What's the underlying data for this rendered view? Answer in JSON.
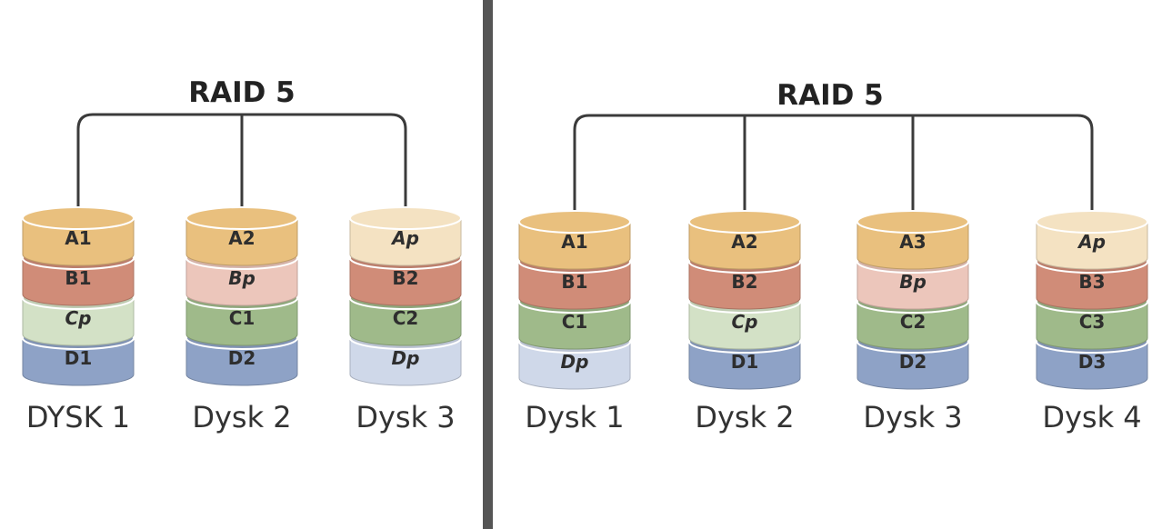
{
  "colors": {
    "A": "#e9c07e",
    "A_light": "#f4e2c2",
    "B": "#d08c78",
    "B_light": "#ecc6bb",
    "C": "#9fba8a",
    "C_light": "#d3e1c6",
    "D": "#8ea2c6",
    "D_light": "#cfd8e9",
    "line": "#3b3b3b",
    "divider": "#555555"
  },
  "left": {
    "title": "RAID 5",
    "disks": [
      {
        "label": "DYSK 1",
        "blocks": [
          {
            "text": "A1",
            "color": "A",
            "parity": false
          },
          {
            "text": "B1",
            "color": "B",
            "parity": false
          },
          {
            "text": "Cp",
            "color": "C",
            "parity": true
          },
          {
            "text": "D1",
            "color": "D",
            "parity": false
          }
        ]
      },
      {
        "label": "Dysk 2",
        "blocks": [
          {
            "text": "A2",
            "color": "A",
            "parity": false
          },
          {
            "text": "Bp",
            "color": "B",
            "parity": true
          },
          {
            "text": "C1",
            "color": "C",
            "parity": false
          },
          {
            "text": "D2",
            "color": "D",
            "parity": false
          }
        ]
      },
      {
        "label": "Dysk 3",
        "blocks": [
          {
            "text": "Ap",
            "color": "A",
            "parity": true
          },
          {
            "text": "B2",
            "color": "B",
            "parity": false
          },
          {
            "text": "C2",
            "color": "C",
            "parity": false
          },
          {
            "text": "Dp",
            "color": "D",
            "parity": true
          }
        ]
      }
    ]
  },
  "right": {
    "title": "RAID 5",
    "disks": [
      {
        "label": "Dysk 1",
        "blocks": [
          {
            "text": "A1",
            "color": "A",
            "parity": false
          },
          {
            "text": "B1",
            "color": "B",
            "parity": false
          },
          {
            "text": "C1",
            "color": "C",
            "parity": false
          },
          {
            "text": "Dp",
            "color": "D",
            "parity": true
          }
        ]
      },
      {
        "label": "Dysk 2",
        "blocks": [
          {
            "text": "A2",
            "color": "A",
            "parity": false
          },
          {
            "text": "B2",
            "color": "B",
            "parity": false
          },
          {
            "text": "Cp",
            "color": "C",
            "parity": true
          },
          {
            "text": "D1",
            "color": "D",
            "parity": false
          }
        ]
      },
      {
        "label": "Dysk 3",
        "blocks": [
          {
            "text": "A3",
            "color": "A",
            "parity": false
          },
          {
            "text": "Bp",
            "color": "B",
            "parity": true
          },
          {
            "text": "C2",
            "color": "C",
            "parity": false
          },
          {
            "text": "D2",
            "color": "D",
            "parity": false
          }
        ]
      },
      {
        "label": "Dysk 4",
        "blocks": [
          {
            "text": "Ap",
            "color": "A",
            "parity": true
          },
          {
            "text": "B3",
            "color": "B",
            "parity": false
          },
          {
            "text": "C3",
            "color": "C",
            "parity": false
          },
          {
            "text": "D3",
            "color": "D",
            "parity": false
          }
        ]
      }
    ]
  }
}
